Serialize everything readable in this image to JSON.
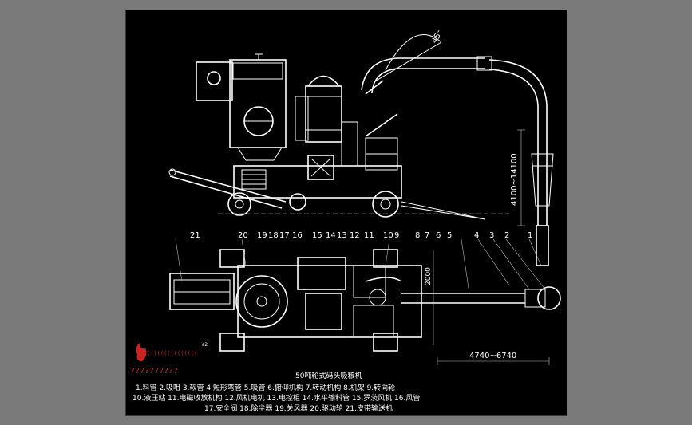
{
  "angle_label": "45°",
  "vertical_dim": "4100~14100",
  "horizontal_dim": "4740~6740",
  "width_dim": "2000",
  "small_label": "ε2",
  "part_numbers": [
    "21",
    "20",
    "19",
    "18",
    "17",
    "16",
    "15",
    "14",
    "13",
    "12",
    "11",
    "10",
    "9",
    "8",
    "7",
    "6",
    "5",
    "4",
    "3",
    "2",
    "1"
  ],
  "watermark": {
    "line1": "(((((((((((((((",
    "line2": "??????????"
  },
  "caption": {
    "title": "50吨轮式码头吸粮机",
    "row1": "1.料管   2.吸咀   3.软管   4.短形弯管   5.吸管   6.俯仰机构   7.转动机构   8.机架   9.转向轮",
    "row2": "10.液压站   11.电磁收放机构   12.风机电机   13.电控柜   14.水平输料管   15.罗茨风机   16.风管",
    "row3": "17.安全阀   18.除尘器   19.关风器   20.驱动轮   21.皮带输送机"
  },
  "colors": {
    "drawing_bg": "#000000",
    "window_bg": "#7a7a7a",
    "line": "#ffffff",
    "watermark": "#cc2222"
  }
}
